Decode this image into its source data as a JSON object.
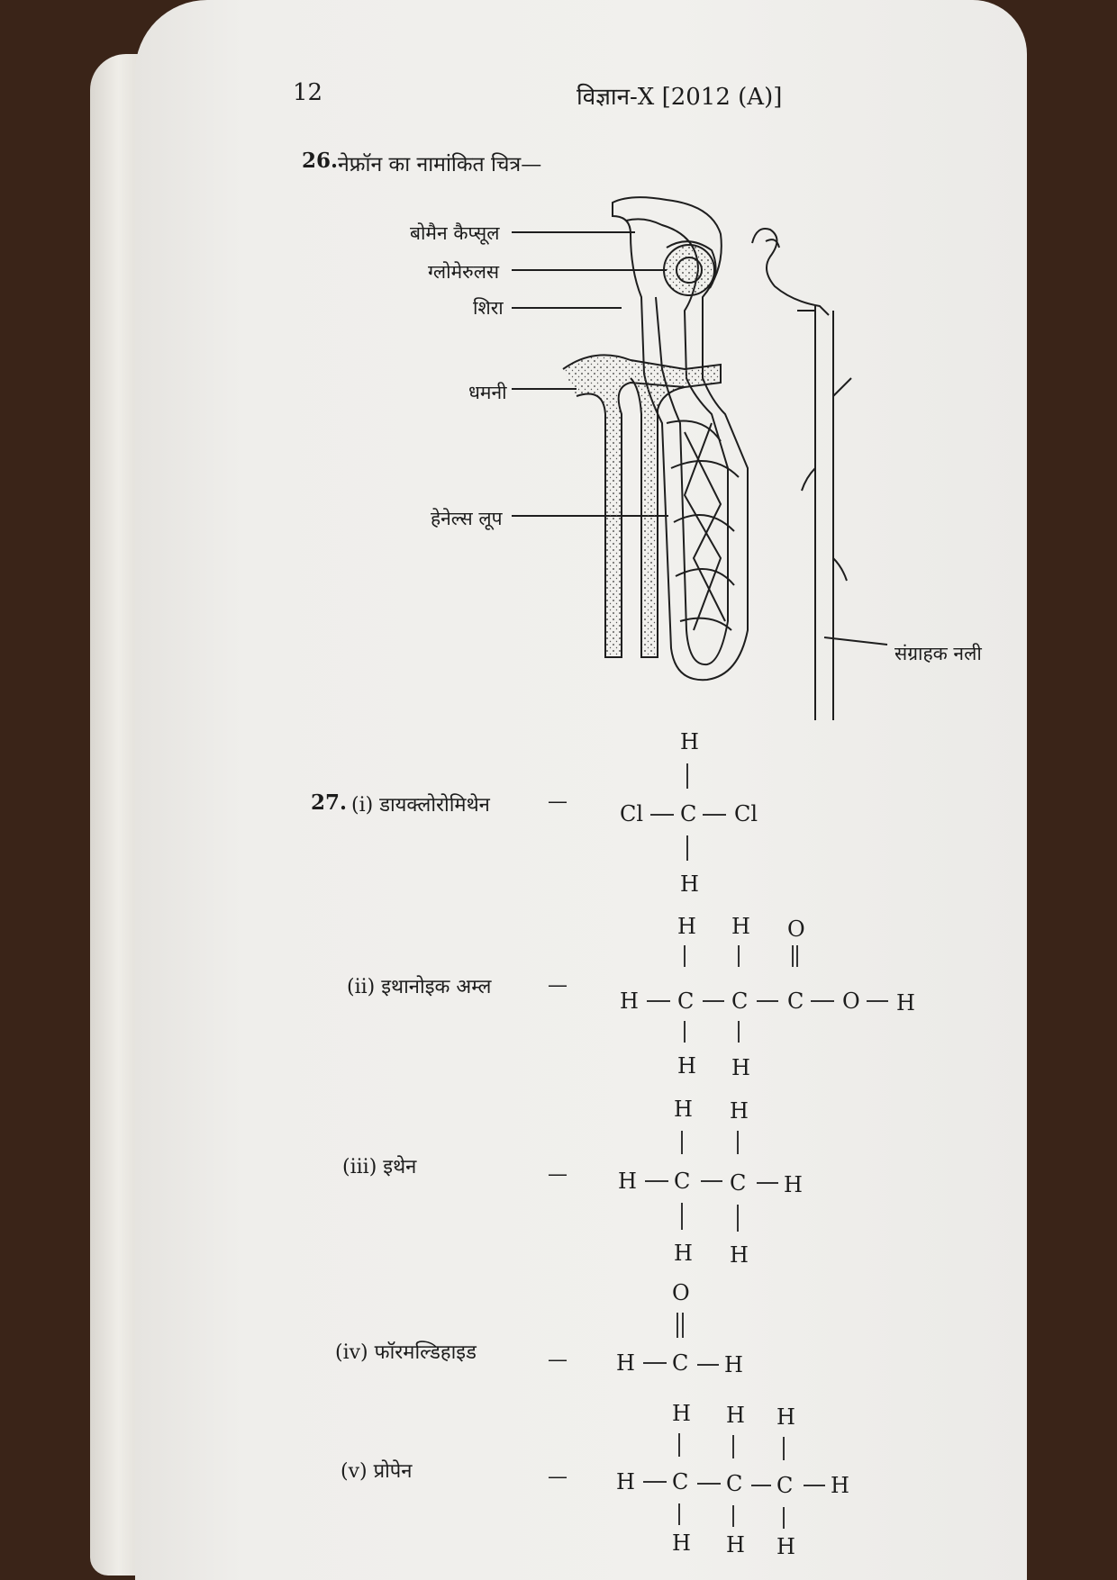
{
  "header": {
    "page_number": "12",
    "title": "विज्ञान-X [2012 (A)]"
  },
  "q26": {
    "number": "26.",
    "title": "नेफ्रॉन का नामांकित चित्र—",
    "labels": {
      "bowman": "बोमैन कैप्सूल",
      "glomerulus": "ग्लोमेरुलस",
      "vein": "शिरा",
      "artery": "धमनी",
      "henle": "हेनेल्स लूप",
      "collecting": "संग्राहक नली"
    }
  },
  "q27": {
    "number": "27.",
    "dash": "—",
    "items": [
      {
        "label": "(i) डायक्लोरोमिथेन"
      },
      {
        "label": "(ii) इथानोइक अम्ल"
      },
      {
        "label": "(iii) इथेन"
      },
      {
        "label": "(iv) फॉरमल्डिहाइड"
      },
      {
        "label": "(v) प्रोपेन"
      }
    ],
    "atoms": {
      "H": "H",
      "C": "C",
      "Cl": "Cl",
      "O": "O"
    }
  }
}
